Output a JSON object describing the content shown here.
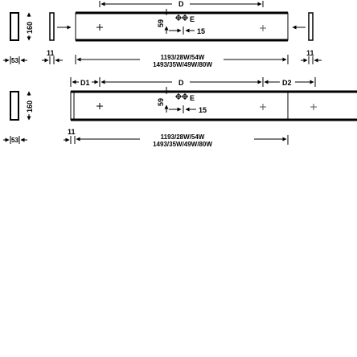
{
  "labels": {
    "d": "D",
    "d1": "D1",
    "d2": "D2",
    "e": "E",
    "width_160": "160",
    "thickness_53": "53",
    "gap_11": "11",
    "height_59": "59",
    "offset_15": "15",
    "length_line1": "1193/28W/54W",
    "length_line2": "1493/35W/49W/80W"
  }
}
